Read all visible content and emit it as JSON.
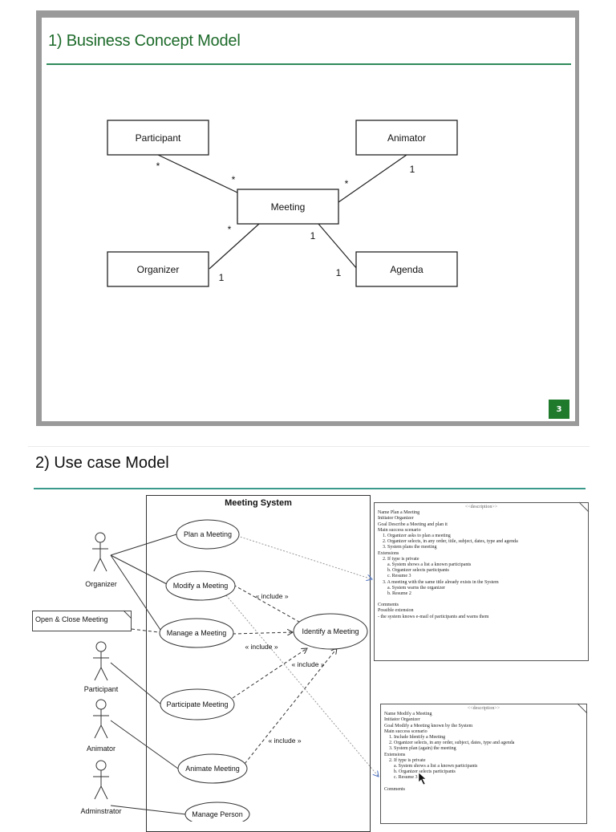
{
  "slide1": {
    "title": "1) Business Concept Model",
    "page_number": "3",
    "classes": {
      "participant": "Participant",
      "animator": "Animator",
      "meeting": "Meeting",
      "organizer": "Organizer",
      "agenda": "Agenda"
    },
    "multiplicities": {
      "participant_end": "*",
      "meeting_participant_end": "*",
      "meeting_animator_end": "*",
      "animator_end": "1",
      "meeting_organizer_end": "*",
      "organizer_end": "1",
      "meeting_agenda_end": "1",
      "agenda_end": "1"
    }
  },
  "section2": {
    "title": "2) Use case Model",
    "system_name": "Meeting System",
    "actors": {
      "organizer": "Organizer",
      "participant": "Participant",
      "animator": "Animator",
      "administrator": "Adminstrator"
    },
    "use_cases": {
      "plan": "Plan a Meeting",
      "modify": "Modify a Meeting",
      "manage": "Manage a Meeting",
      "identify": "Identify a Meeting",
      "participate": "Participate Meeting",
      "animate": "Animate Meeting",
      "manage_person": "Manage Person"
    },
    "extension_note": "Open & Close Meeting",
    "include_label": "« include »",
    "note1": {
      "header": "<<description>>",
      "lines": [
        "Name   Plan a Meeting",
        "Initiator   Organizer",
        "Goal   Describe a Meeting and plan it",
        "Main success scenario",
        "1. Organizer asks to plan a meeting",
        "2. Organizer selects, in any order, title, subject, dates, type and agenda",
        "3. System plans the meeting",
        "Extensions",
        "2. If type is private",
        "a. System shows a list a known participants",
        "b. Organizer selects participants",
        "c. Resume 3",
        "3. A meeting with the same title already exists in the System",
        "a. System warns the organizer",
        "b. Resume 2",
        "",
        "Comments",
        "Possible extension",
        "- the system knows e-mail of participants and warns them"
      ]
    },
    "note2": {
      "header": "<<description>>",
      "lines": [
        "Name   Modify a Meeting",
        "Initiator   Organizer",
        "Goal   Modify a Meeting known by the System",
        "Main success scenario",
        "1. Include Identify a Meeting",
        "2. Organizer selects, in any order, subject, dates, type and agenda",
        "3. System plan (again) the meeting",
        "Extensions",
        "2. If type is private",
        "a. System shows a list a known participants",
        "b. Organizer selects participants",
        "c. Resume 3",
        "",
        "Comments"
      ]
    }
  }
}
